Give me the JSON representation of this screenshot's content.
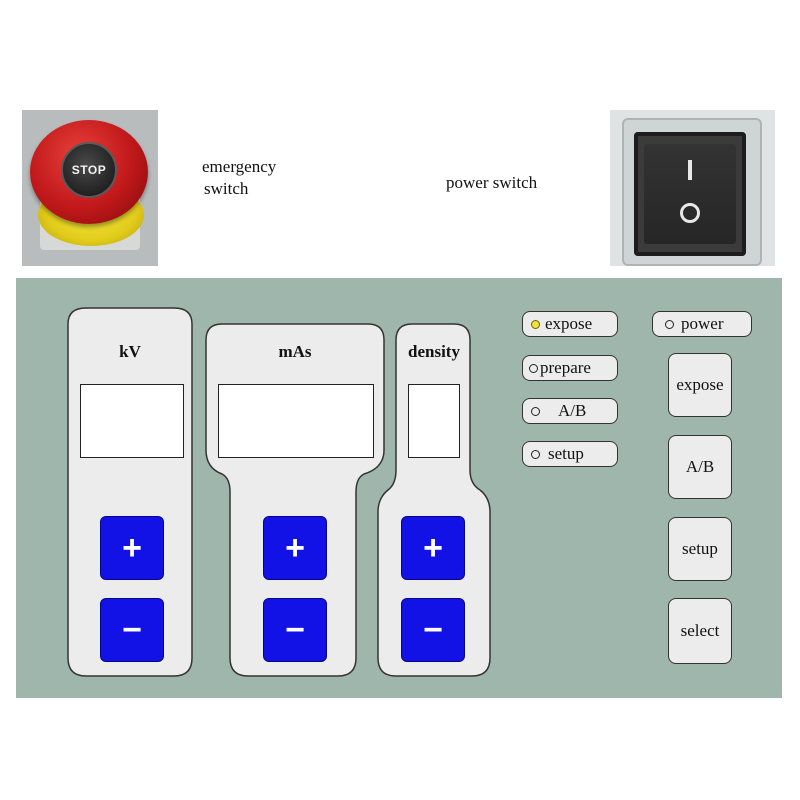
{
  "emergency": {
    "stop_label": "STOP",
    "caption_line1": "emergency",
    "caption_line2": "switch"
  },
  "power": {
    "caption": "power switch",
    "on_symbol": "I",
    "off_symbol": "O"
  },
  "controls": {
    "kv": {
      "title": "kV",
      "display": "",
      "plus": "+",
      "minus": "−"
    },
    "mas": {
      "title": "mAs",
      "display": "",
      "plus": "+",
      "minus": "−"
    },
    "density": {
      "title": "density",
      "display": "",
      "plus": "+",
      "minus": "−"
    }
  },
  "indicators": {
    "expose": {
      "label": "expose",
      "lit": true,
      "lamp_color": "#f1e23b"
    },
    "prepare": {
      "label": "prepare",
      "lit": false
    },
    "ab": {
      "label": "A/B",
      "lit": false
    },
    "setup": {
      "label": "setup",
      "lit": false
    },
    "power": {
      "label": "power",
      "lit": false
    }
  },
  "buttons": {
    "expose": "expose",
    "ab": "A/B",
    "setup": "setup",
    "select": "select"
  },
  "colors": {
    "panel": "#9fb6ad",
    "key": "#1212e6",
    "face": "#ececec"
  }
}
